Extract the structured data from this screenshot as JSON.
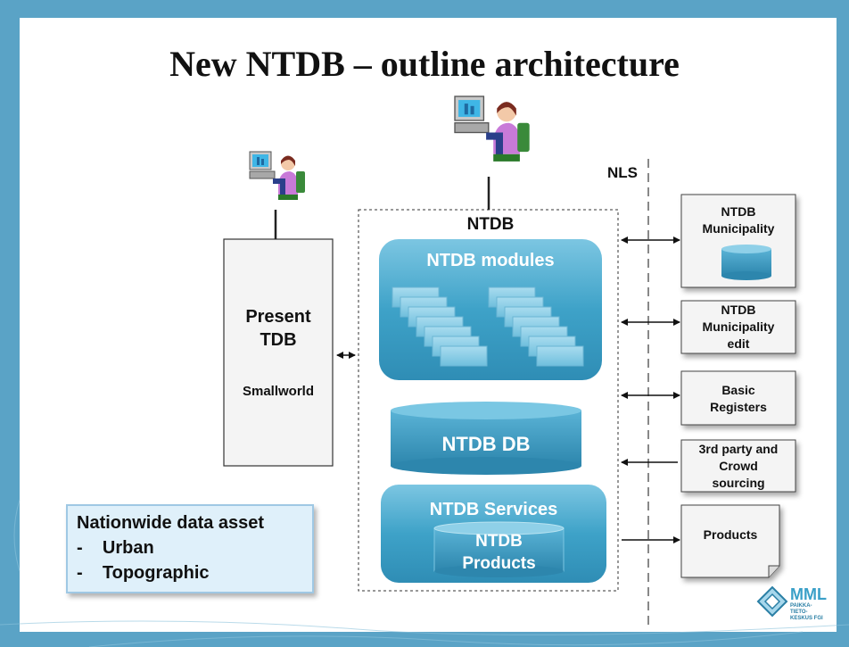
{
  "title": "New NTDB – outline architecture",
  "nls_label": "NLS",
  "present_tdb": {
    "line1": "Present",
    "line2": "TDB",
    "sub": "Smallworld"
  },
  "ntdb": {
    "label": "NTDB",
    "modules_title": "NTDB modules",
    "db_label": "NTDB DB",
    "services_title": "NTDB Services",
    "products_line1": "NTDB",
    "products_line2": "Products"
  },
  "side_boxes": [
    {
      "lines": [
        "NTDB",
        "Municipality"
      ]
    },
    {
      "lines": [
        "NTDB",
        "Municipality",
        "edit"
      ]
    },
    {
      "lines": [
        "Basic",
        "Registers"
      ]
    },
    {
      "lines": [
        "3rd party and",
        "Crowd",
        "sourcing"
      ]
    },
    {
      "lines": [
        "Products"
      ]
    }
  ],
  "asset_box": {
    "title": "Nationwide data asset",
    "items": [
      "-    Urban",
      "-    Topographic"
    ]
  },
  "logo": {
    "name": "MML",
    "sub1": "PAIKKA-",
    "sub2": "TIETO-",
    "sub3": "KESKUS FGI"
  },
  "colors": {
    "frame": "#5aa3c6",
    "module_blue": "#3d9fc4",
    "dark_blue": "#2a7fa5"
  },
  "icons": [
    "user-at-computer-icon",
    "mml-logo-icon"
  ]
}
